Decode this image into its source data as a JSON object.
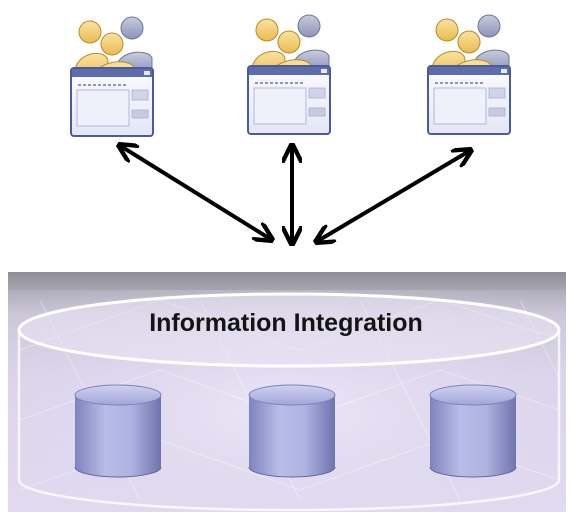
{
  "diagram": {
    "platform": {
      "title": "Information Integration"
    },
    "user_groups": [
      {
        "icon": "user-group-app-window-icon"
      },
      {
        "icon": "user-group-app-window-icon"
      },
      {
        "icon": "user-group-app-window-icon"
      }
    ],
    "databases": [
      {
        "icon": "database-cylinder-icon"
      },
      {
        "icon": "database-cylinder-icon"
      },
      {
        "icon": "database-cylinder-icon"
      }
    ],
    "connectors": [
      {
        "type": "bidirectional-arrow"
      },
      {
        "type": "bidirectional-arrow"
      },
      {
        "type": "bidirectional-arrow"
      }
    ],
    "colors": {
      "platform_fill": "#d9d3ea",
      "platform_shadow": "#9a98a2",
      "cylinder_body": "#a9aedf",
      "arrow": "#000000",
      "user_yellow": "#f3cf73",
      "user_gray": "#9aa2c4",
      "window_blue": "#4a5a9c"
    }
  }
}
